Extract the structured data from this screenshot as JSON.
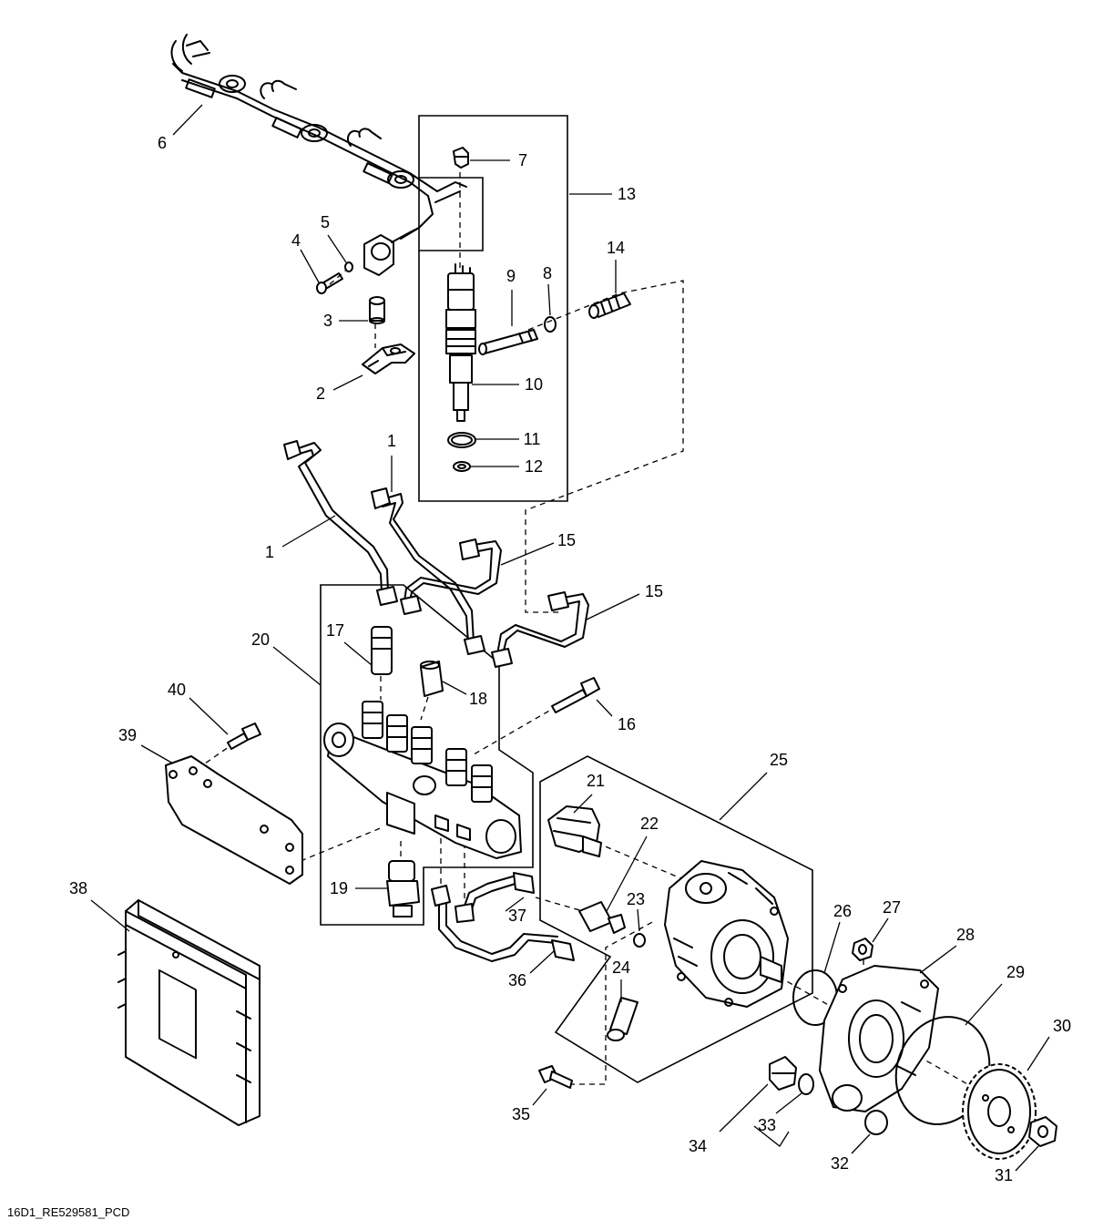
{
  "callouts": [
    {
      "id": "c6",
      "text": "6"
    },
    {
      "id": "c7",
      "text": "7"
    },
    {
      "id": "c13",
      "text": "13"
    },
    {
      "id": "c5",
      "text": "5"
    },
    {
      "id": "c4",
      "text": "4"
    },
    {
      "id": "c9",
      "text": "9"
    },
    {
      "id": "c8",
      "text": "8"
    },
    {
      "id": "c14",
      "text": "14"
    },
    {
      "id": "c3",
      "text": "3"
    },
    {
      "id": "c2",
      "text": "2"
    },
    {
      "id": "c10",
      "text": "10"
    },
    {
      "id": "c11",
      "text": "11"
    },
    {
      "id": "c12",
      "text": "12"
    },
    {
      "id": "c1a",
      "text": "1"
    },
    {
      "id": "c1b",
      "text": "1"
    },
    {
      "id": "c15a",
      "text": "15"
    },
    {
      "id": "c15b",
      "text": "15"
    },
    {
      "id": "c20",
      "text": "20"
    },
    {
      "id": "c17",
      "text": "17"
    },
    {
      "id": "c18",
      "text": "18"
    },
    {
      "id": "c40",
      "text": "40"
    },
    {
      "id": "c39",
      "text": "39"
    },
    {
      "id": "c16",
      "text": "16"
    },
    {
      "id": "c25",
      "text": "25"
    },
    {
      "id": "c21",
      "text": "21"
    },
    {
      "id": "c22",
      "text": "22"
    },
    {
      "id": "c19",
      "text": "19"
    },
    {
      "id": "c38",
      "text": "38"
    },
    {
      "id": "c23",
      "text": "23"
    },
    {
      "id": "c37",
      "text": "37"
    },
    {
      "id": "c26",
      "text": "26"
    },
    {
      "id": "c27",
      "text": "27"
    },
    {
      "id": "c28",
      "text": "28"
    },
    {
      "id": "c24",
      "text": "24"
    },
    {
      "id": "c36",
      "text": "36"
    },
    {
      "id": "c29",
      "text": "29"
    },
    {
      "id": "c30",
      "text": "30"
    },
    {
      "id": "c35",
      "text": "35"
    },
    {
      "id": "c33",
      "text": "33"
    },
    {
      "id": "c34",
      "text": "34"
    },
    {
      "id": "c32",
      "text": "32"
    },
    {
      "id": "c31",
      "text": "31"
    }
  ],
  "footer_code": "16D1_RE529581_PCD"
}
